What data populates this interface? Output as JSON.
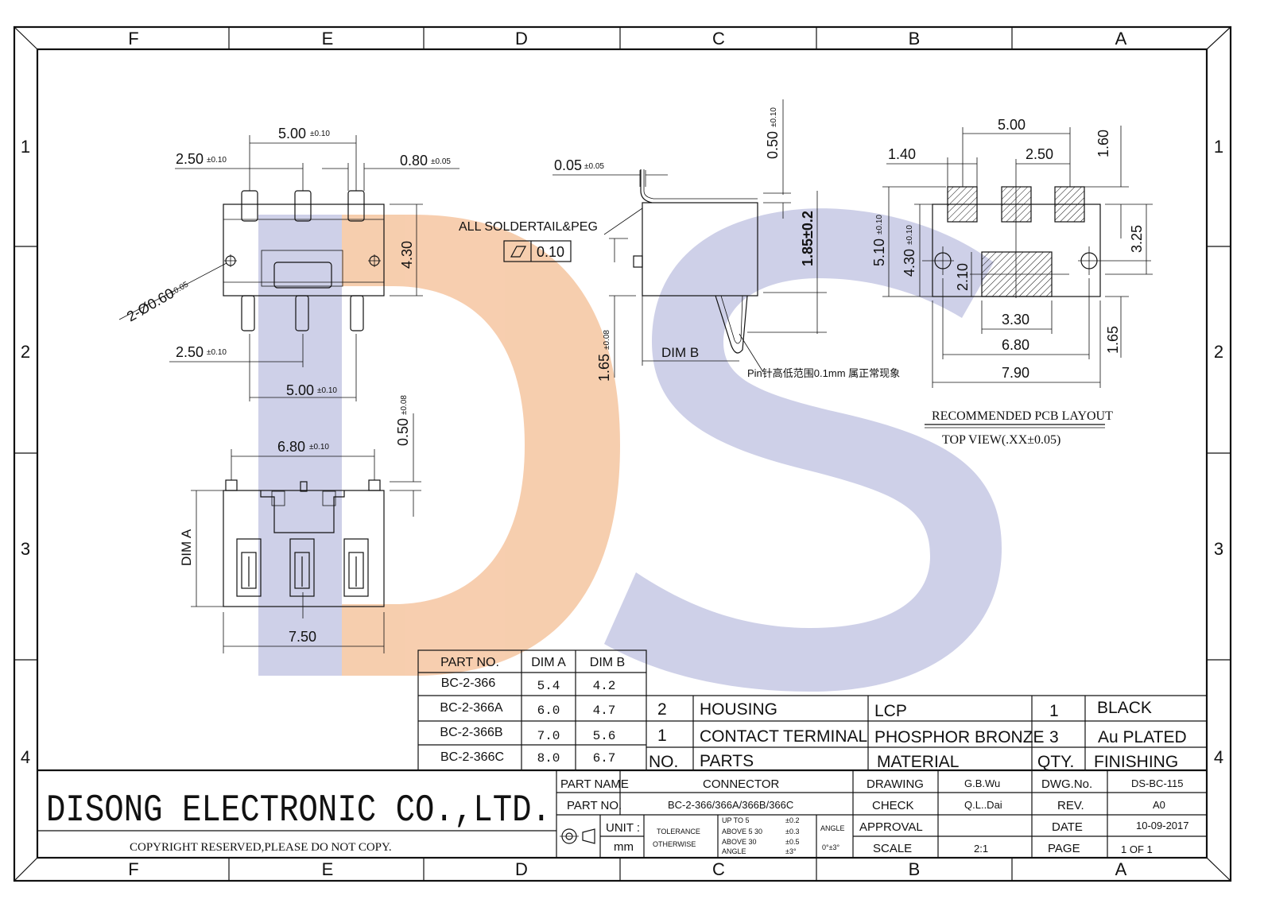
{
  "border": {
    "cols": [
      "F",
      "E",
      "D",
      "C",
      "B",
      "A"
    ],
    "rows": [
      "1",
      "2",
      "3",
      "4"
    ]
  },
  "dims": {
    "top_5_00": "5.00",
    "top_5_00_tol": "±0.10",
    "top_2_50": "2.50",
    "top_2_50_tol": "±0.10",
    "top_0_80": "0.80",
    "top_0_80_tol": "±0.05",
    "top_4_30": "4.30",
    "hole": "2-Ø0.60",
    "hole_tol": "±0.05",
    "bot_2_50": "2.50",
    "bot_2_50_tol": "±0.10",
    "bot_5_00": "5.00",
    "bot_5_00_tol": "±0.10",
    "side_0_05": "0.05",
    "side_0_05_tol": "±0.05",
    "side_0_50": "0.50",
    "side_0_50_tol": "±0.10",
    "side_1_85": "1.85±0.2",
    "side_1_65": "1.65",
    "side_1_65_tol": "±0.08",
    "dim_b": "DIM B",
    "soldertail": "ALL SOLDERTAIL&PEG",
    "flatness": "0.10",
    "pin_note": "Pin针高低范围0.1mm  属正常现象",
    "front_6_80": "6.80",
    "front_6_80_tol": "±0.10",
    "front_0_50": "0.50",
    "front_0_50_tol": "±0.08",
    "dim_a": "DIM A",
    "front_7_50": "7.50",
    "pcb_5_00": "5.00",
    "pcb_1_40": "1.40",
    "pcb_2_50": "2.50",
    "pcb_1_60": "1.60",
    "pcb_5_10": "5.10",
    "pcb_5_10_tol": "±0.10",
    "pcb_4_30": "4.30",
    "pcb_4_30_tol": "±0.10",
    "pcb_2_10": "2.10",
    "pcb_3_25": "3.25",
    "pcb_3_30": "3.30",
    "pcb_6_80": "6.80",
    "pcb_1_65": "1.65",
    "pcb_7_90": "7.90",
    "pcb_title": "RECOMMENDED PCB LAYOUT",
    "pcb_subtitle": "TOP VIEW(.XX±0.05)"
  },
  "part_table": {
    "headers": [
      "PART NO.",
      "DIM A",
      "DIM B"
    ],
    "rows": [
      [
        "BC-2-366",
        "5.4",
        "4.2"
      ],
      [
        "BC-2-366A",
        "6.0",
        "4.7"
      ],
      [
        "BC-2-366B",
        "7.0",
        "5.6"
      ],
      [
        "BC-2-366C",
        "8.0",
        "6.7"
      ]
    ]
  },
  "bom": {
    "rows": [
      [
        "2",
        "HOUSING",
        "LCP",
        "1",
        "BLACK"
      ],
      [
        "1",
        "CONTACT TERMINAL",
        "PHOSPHOR BRONZE",
        "3",
        "Au PLATED"
      ],
      [
        "NO.",
        "PARTS",
        "MATERIAL",
        "QTY.",
        "FINISHING"
      ]
    ]
  },
  "title_block": {
    "company": "DISONG ELECTRONIC CO.,LTD.",
    "copyright": "COPYRIGHT RESERVED,PLEASE DO NOT COPY.",
    "part_name_label": "PART NAME",
    "part_name": "CONNECTOR",
    "part_no_label": "PART NO.",
    "part_no": "BC-2-366/366A/366B/366C",
    "unit_label": "UNIT :",
    "unit": "mm",
    "tolerance": "TOLERANCE",
    "otherwise": "OTHERWISE",
    "upto5": "UP TO 5",
    "upto5_v": "±0.2",
    "above5": "ABOVE 5  30",
    "above5_v": "±0.3",
    "above30": "ABOVE 30",
    "above30_v": "±0.5",
    "angle_l": "ANGLE",
    "angle_l_v": "±3°",
    "angle": "ANGLE",
    "angle_v": "0°±3°",
    "drawing_label": "DRAWING",
    "drawing": "G.B.Wu",
    "check_label": "CHECK",
    "check": "Q.L..Dai",
    "approval_label": "APPROVAL",
    "approval": "",
    "scale_label": "SCALE",
    "scale": "2:1",
    "dwg_label": "DWG.No.",
    "dwg": "DS-BC-115",
    "rev_label": "REV.",
    "rev": "A0",
    "date_label": "DATE",
    "date": "10-09-2017",
    "page_label": "PAGE",
    "page": "1 OF 1"
  },
  "colors": {
    "line": "#111111",
    "watermark_orange": "#f6c9a6",
    "watermark_blue": "#c9cbe6"
  }
}
